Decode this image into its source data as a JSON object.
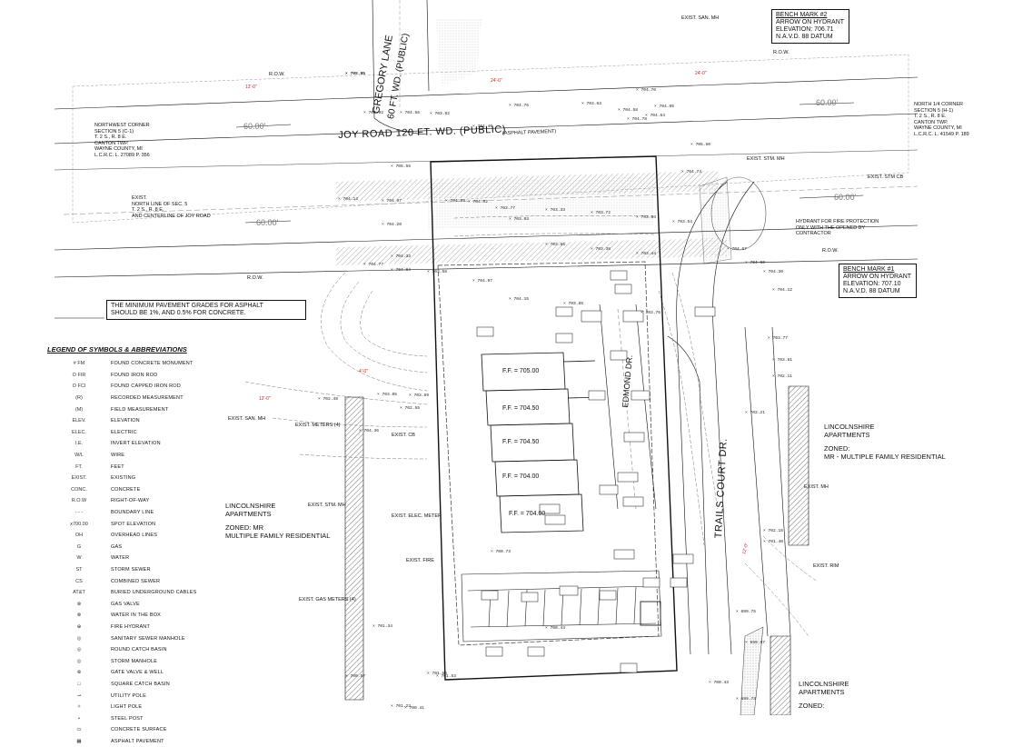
{
  "road": {
    "joy_road": "JOY ROAD 120 FT. WD. (PUBLIC)",
    "joy_road_note": "(ASPHALT PAVEMENT)",
    "gregory_lane": "GREGORY LANE",
    "gregory_lane_width": "60 FT. WD. (PUBLIC)",
    "edmond_dr": "EDMOND DR.",
    "trails_court_dr": "TRAILS COURT DR.",
    "row_label": "R.O.W.",
    "width_60": "60.00'"
  },
  "corners": {
    "northwest": [
      "NORTHWEST CORNER",
      "SECTION 5 (C-1)",
      "T. 2 S., R. 8 E.",
      "CANTON TWP.",
      "WAYNE COUNTY, MI",
      "L.C.R.C. L. 27089 P. 356"
    ],
    "north_quarter": [
      "NORTH 1/4 CORNER",
      "SECTION 5 (H-1)",
      "T. 2 S., R. 8 E.",
      "CANTON TWP.",
      "WAYNE COUNTY, MI",
      "L.C.R.C. L. 41549 P. 189"
    ],
    "exist_north_line": [
      "EXIST.",
      "NORTH LINE OF SEC. 5",
      "T. 2 S., R. 8 E.",
      "AND CENTERLINE OF JOY ROAD"
    ]
  },
  "benchmarks": {
    "bm2": [
      "BENCH MARK #2",
      "ARROW ON HYDRANT",
      "ELEVATION: 706.71",
      "N.A.V.D. 88 DATUM"
    ],
    "bm1": [
      "BENCH MARK #1",
      "ARROW ON HYDRANT",
      "ELEVATION: 707.10",
      "N.A.V.D. 88 DATUM"
    ]
  },
  "notes": {
    "pavement": [
      "THE MINIMUM PAVEMENT GRADES FOR ASPHALT",
      "SHOULD BE 1%, AND 0.5% FOR CONCRETE."
    ],
    "hydrant": [
      "HYDRANT FOR FIRE PROTECTION",
      "ONLY WITH THE OPENED BY",
      "CONTRACTOR"
    ]
  },
  "floor_elevations": [
    "F.F. = 705.00",
    "F.F. = 704.50",
    "F.F. = 704.50",
    "F.F. = 704.00",
    "F.F. = 704.00"
  ],
  "zoning": {
    "left": {
      "name": "LINCOLNSHIRE APARTMENTS",
      "zoned": "ZONED: MR",
      "desc": "MULTIPLE FAMILY RESIDENTIAL"
    },
    "right": {
      "name": "LINCOLNSHIRE APARTMENTS",
      "zoned": "ZONED:",
      "desc": "MR - MULTIPLE FAMILY RESIDENTIAL"
    },
    "bottom_right": {
      "name": "LINCOLNSHIRE APARTMENTS",
      "zoned": "ZONED:"
    }
  },
  "legend": {
    "title": "LEGEND OF SYMBOLS & ABBREVIATIONS",
    "rows": [
      {
        "sym": "# FM",
        "label": "FOUND CONCRETE MONUMENT"
      },
      {
        "sym": "O FIR",
        "label": "FOUND IRON ROD"
      },
      {
        "sym": "O FCI",
        "label": "FOUND CAPPED IRON ROD"
      },
      {
        "sym": "(R)",
        "label": "RECORDED MEASUREMENT"
      },
      {
        "sym": "(M)",
        "label": "FIELD MEASUREMENT"
      },
      {
        "sym": "ELEV.",
        "label": "ELEVATION"
      },
      {
        "sym": "ELEC.",
        "label": "ELECTRIC"
      },
      {
        "sym": "I.E.",
        "label": "INVERT ELEVATION"
      },
      {
        "sym": "W/L",
        "label": "WIRE"
      },
      {
        "sym": "FT.",
        "label": "FEET"
      },
      {
        "sym": "EXIST.",
        "label": "EXISTING"
      },
      {
        "sym": "CONC.",
        "label": "CONCRETE"
      },
      {
        "sym": "R.O.W",
        "label": "RIGHT-OF-WAY"
      },
      {
        "sym": "- - -",
        "label": "BOUNDARY LINE"
      },
      {
        "sym": "x700.00",
        "label": "SPOT ELEVATION"
      },
      {
        "sym": "OH",
        "label": "OVERHEAD LINES"
      },
      {
        "sym": "G",
        "label": "GAS"
      },
      {
        "sym": "W",
        "label": "WATER"
      },
      {
        "sym": "ST",
        "label": "STORM SEWER"
      },
      {
        "sym": "CS",
        "label": "COMBINED SEWER"
      },
      {
        "sym": "AT&T",
        "label": "BURIED UNDERGROUND CABLES"
      },
      {
        "sym": "⊗",
        "label": "GAS VALVE"
      },
      {
        "sym": "⊗",
        "label": "WATER IN THE BOX"
      },
      {
        "sym": "⊕",
        "label": "FIRE HYDRANT"
      },
      {
        "sym": "◎",
        "label": "SANITARY SEWER MANHOLE"
      },
      {
        "sym": "◎",
        "label": "ROUND CATCH BASIN"
      },
      {
        "sym": "◎",
        "label": "STORM MANHOLE"
      },
      {
        "sym": "⊗",
        "label": "GATE VALVE & WELL"
      },
      {
        "sym": "□",
        "label": "SQUARE CATCH BASIN"
      },
      {
        "sym": "⊸",
        "label": "UTILITY POLE"
      },
      {
        "sym": "✧",
        "label": "LIGHT POLE"
      },
      {
        "sym": "•",
        "label": "STEEL POST"
      },
      {
        "sym": "▭",
        "label": "CONCRETE SURFACE"
      },
      {
        "sym": "▦",
        "label": "ASPHALT PAVEMENT"
      }
    ]
  },
  "spot_elevations": [
    "705.95",
    "704.92",
    "704.56",
    "703.92",
    "704.40",
    "704.76",
    "703.63",
    "704.54",
    "705.50",
    "705.56",
    "704.13",
    "704.07",
    "704.20",
    "704.33",
    "704.77",
    "704.84",
    "703.58",
    "704.97",
    "704.15",
    "703.65",
    "703.76",
    "703.77",
    "703.81",
    "702.11",
    "702.21",
    "702.15",
    "701.40",
    "700.73",
    "700.44",
    "699.75",
    "699.87",
    "699.73",
    "700.43",
    "700.41",
    "701.23",
    "701.34",
    "701.56",
    "701.53",
    "700.57",
    "702.48",
    "702.55",
    "703.05",
    "704.36",
    "703.69",
    "704.70",
    "704.95",
    "704.58",
    "704.78",
    "704.74",
    "704.67",
    "704.60",
    "704.30",
    "704.12",
    "704.08",
    "704.02",
    "703.77",
    "703.93",
    "703.33",
    "703.72",
    "703.84",
    "703.54",
    "703.66",
    "703.38",
    "703.44",
    "703.35"
  ],
  "exist_labels": [
    "EXIST. SAN. MH",
    "EXIST. STM. MH",
    "EXIST. CB",
    "EXIST. FIRE",
    "EXIST. RIM",
    "EXIST. MH",
    "EXIST. METERS (4)",
    "EXIST. GAS METERS (4)",
    "EXIST. ELEC. METER",
    "EXIST. STM CB"
  ],
  "colors": {
    "line": "#111111",
    "contour": "#555555",
    "red": "#cc2222"
  }
}
